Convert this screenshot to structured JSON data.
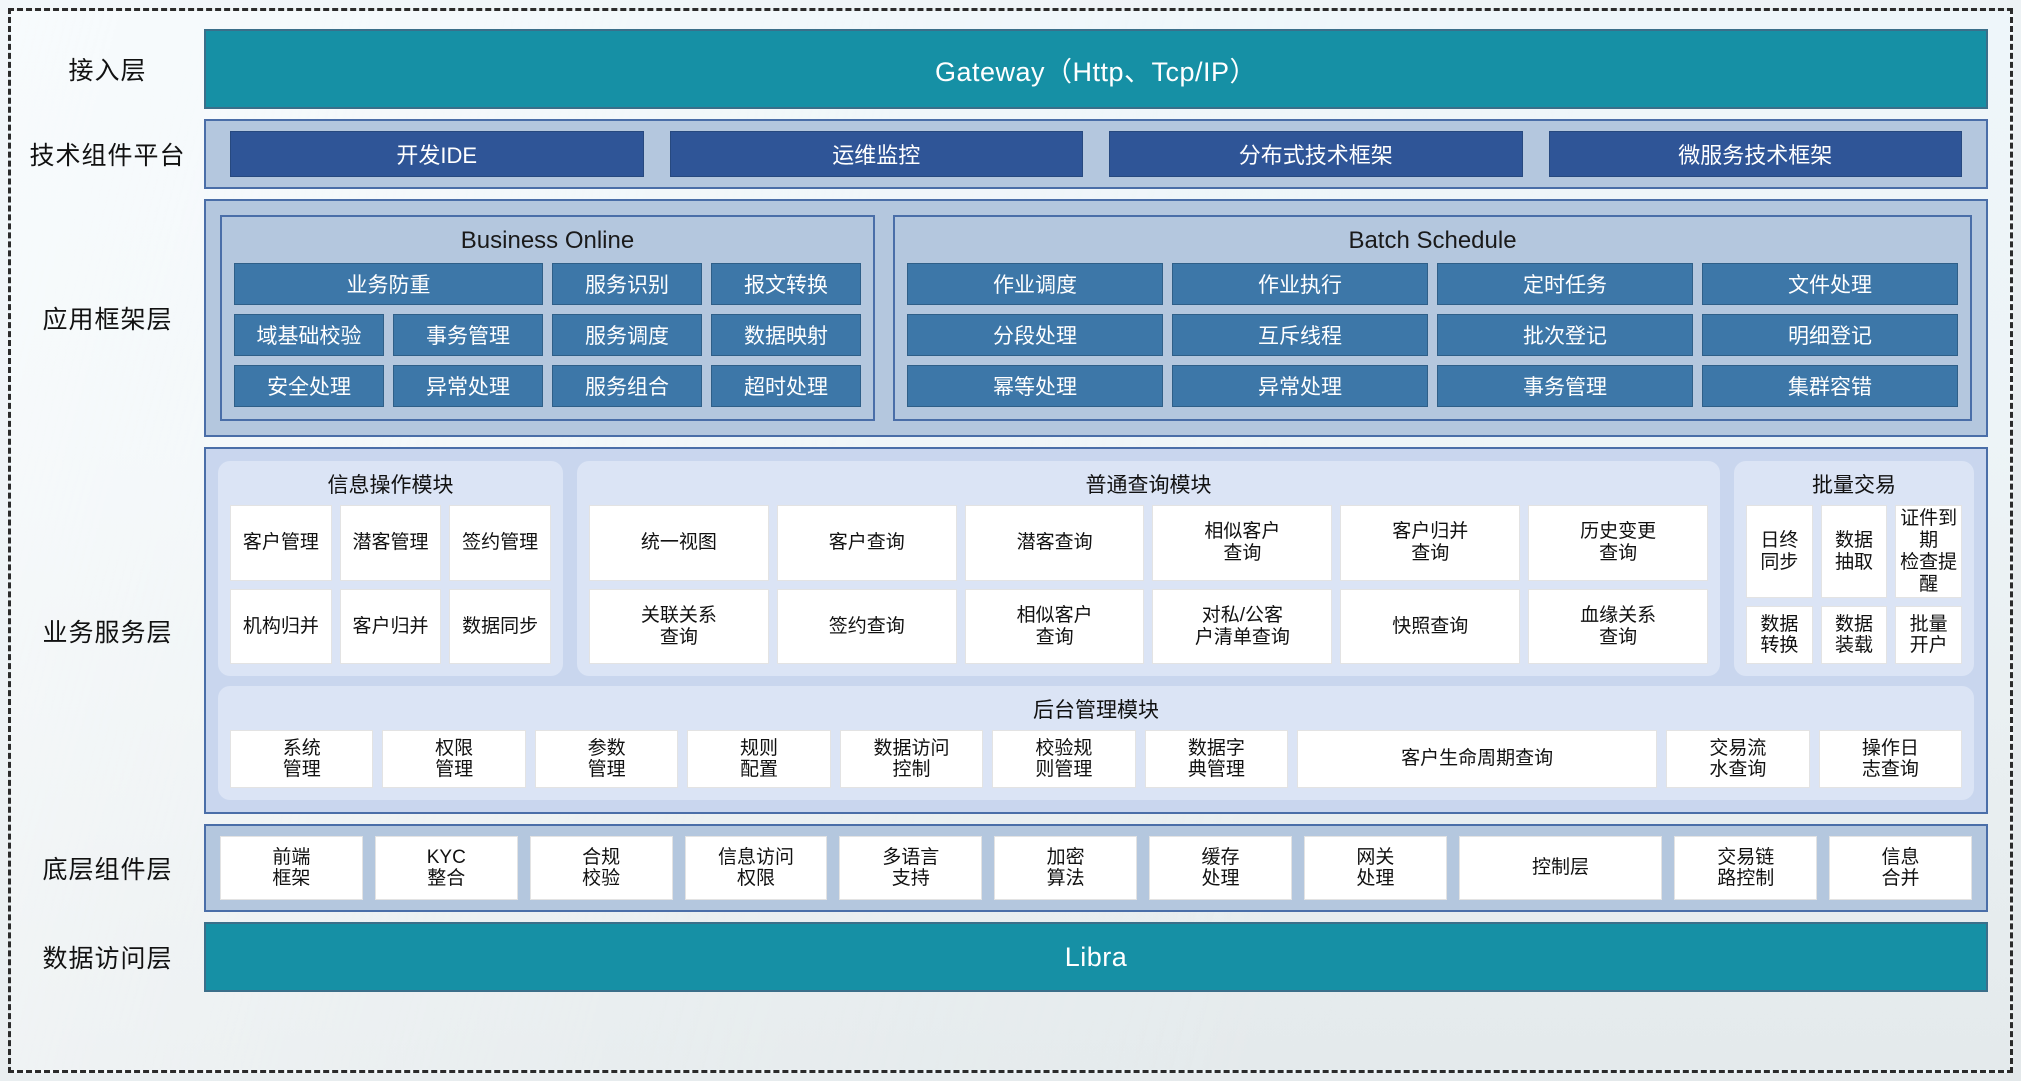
{
  "layers": [
    {
      "label": "接入层",
      "type": "teal",
      "title": "Gateway（Http、Tcp/IP）"
    },
    {
      "label": "技术组件平台",
      "type": "tech",
      "buttons": [
        "开发IDE",
        "运维监控",
        "分布式技术框架",
        "微服务技术框架"
      ]
    },
    {
      "label": "应用框架层",
      "type": "appframe",
      "groups": [
        {
          "title": "Business Online",
          "cells": [
            {
              "label": "业务防重",
              "span": 2
            },
            {
              "label": "服务识别",
              "span": 1
            },
            {
              "label": "报文转换",
              "span": 1
            },
            {
              "label": "域基础校验",
              "span": 1
            },
            {
              "label": "事务管理",
              "span": 1
            },
            {
              "label": "服务调度",
              "span": 1
            },
            {
              "label": "数据映射",
              "span": 1
            },
            {
              "label": "安全处理",
              "span": 1
            },
            {
              "label": "异常处理",
              "span": 1
            },
            {
              "label": "服务组合",
              "span": 1
            },
            {
              "label": "超时处理",
              "span": 1
            }
          ]
        },
        {
          "title": "Batch Schedule",
          "cells": [
            {
              "label": "作业调度",
              "span": 1
            },
            {
              "label": "作业执行",
              "span": 1
            },
            {
              "label": "定时任务",
              "span": 1
            },
            {
              "label": "文件处理",
              "span": 1
            },
            {
              "label": "分段处理",
              "span": 1
            },
            {
              "label": "互斥线程",
              "span": 1
            },
            {
              "label": "批次登记",
              "span": 1
            },
            {
              "label": "明细登记",
              "span": 1
            },
            {
              "label": "幂等处理",
              "span": 1
            },
            {
              "label": "异常处理",
              "span": 1
            },
            {
              "label": "事务管理",
              "span": 1
            },
            {
              "label": "集群容错",
              "span": 1
            }
          ]
        }
      ]
    },
    {
      "label": "业务服务层",
      "type": "biz",
      "modules_top": [
        {
          "title": "信息操作模块",
          "cells": [
            "客户管理",
            "潜客管理",
            "签约管理",
            "机构归并",
            "客户归并",
            "数据同步"
          ]
        },
        {
          "title": "普通查询模块",
          "cells": [
            "统一视图",
            "客户查询",
            "潜客查询",
            "相似客户\n查询",
            "客户归并\n查询",
            "历史变更\n查询",
            "关联关系\n查询",
            "签约查询",
            "相似客户\n查询",
            "对私/公客\n户清单查询",
            "快照查询",
            "血缘关系\n查询"
          ]
        },
        {
          "title": "批量交易",
          "cells": [
            "日终\n同步",
            "数据\n抽取",
            "证件到期\n检查提醒",
            "数据\n转换",
            "数据\n装载",
            "批量\n开户"
          ]
        }
      ],
      "module_admin": {
        "title": "后台管理模块",
        "cells": [
          {
            "label": "系统\n管理",
            "wide": false
          },
          {
            "label": "权限\n管理",
            "wide": false
          },
          {
            "label": "参数\n管理",
            "wide": false
          },
          {
            "label": "规则\n配置",
            "wide": false
          },
          {
            "label": "数据访问\n控制",
            "wide": false
          },
          {
            "label": "校验规\n则管理",
            "wide": false
          },
          {
            "label": "数据字\n典管理",
            "wide": false
          },
          {
            "label": "客户生命周期查询",
            "wide": true
          },
          {
            "label": "交易流\n水查询",
            "wide": false
          },
          {
            "label": "操作日\n志查询",
            "wide": false
          }
        ]
      }
    },
    {
      "label": "底层组件层",
      "type": "comp",
      "cells": [
        {
          "label": "前端\n框架",
          "wide": false
        },
        {
          "label": "KYC\n整合",
          "wide": false
        },
        {
          "label": "合规\n校验",
          "wide": false
        },
        {
          "label": "信息访问\n权限",
          "wide": false
        },
        {
          "label": "多语言\n支持",
          "wide": false
        },
        {
          "label": "加密\n算法",
          "wide": false
        },
        {
          "label": "缓存\n处理",
          "wide": false
        },
        {
          "label": "网关\n处理",
          "wide": false
        },
        {
          "label": "控制层",
          "wide": true
        },
        {
          "label": "交易链\n路控制",
          "wide": false
        },
        {
          "label": "信息\n合并",
          "wide": false
        }
      ]
    },
    {
      "label": "数据访问层",
      "type": "teal",
      "title": "Libra"
    }
  ],
  "colors": {
    "teal": "#1690a5",
    "dark_button": "#2f5597",
    "frame_cell": "#3d77a8",
    "panel": "#b4c7de",
    "biz_panel": "#c9d6ee",
    "module_panel": "#dbe4f5",
    "border": "#4a6ea8"
  }
}
